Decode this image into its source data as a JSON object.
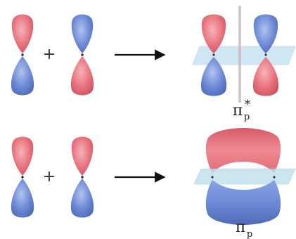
{
  "diagram": {
    "rows": [
      {
        "operator": "+",
        "result_symbol": "π",
        "result_subscript": "p",
        "result_superscript": "*"
      },
      {
        "operator": "+",
        "result_symbol": "π",
        "result_subscript": "p",
        "result_superscript": ""
      }
    ]
  },
  "colors": {
    "red_lobe": "#e8747f",
    "blue_lobe": "#6e8bd6",
    "nodal_plane": "#bfe0ee",
    "arrow": "#111111"
  }
}
